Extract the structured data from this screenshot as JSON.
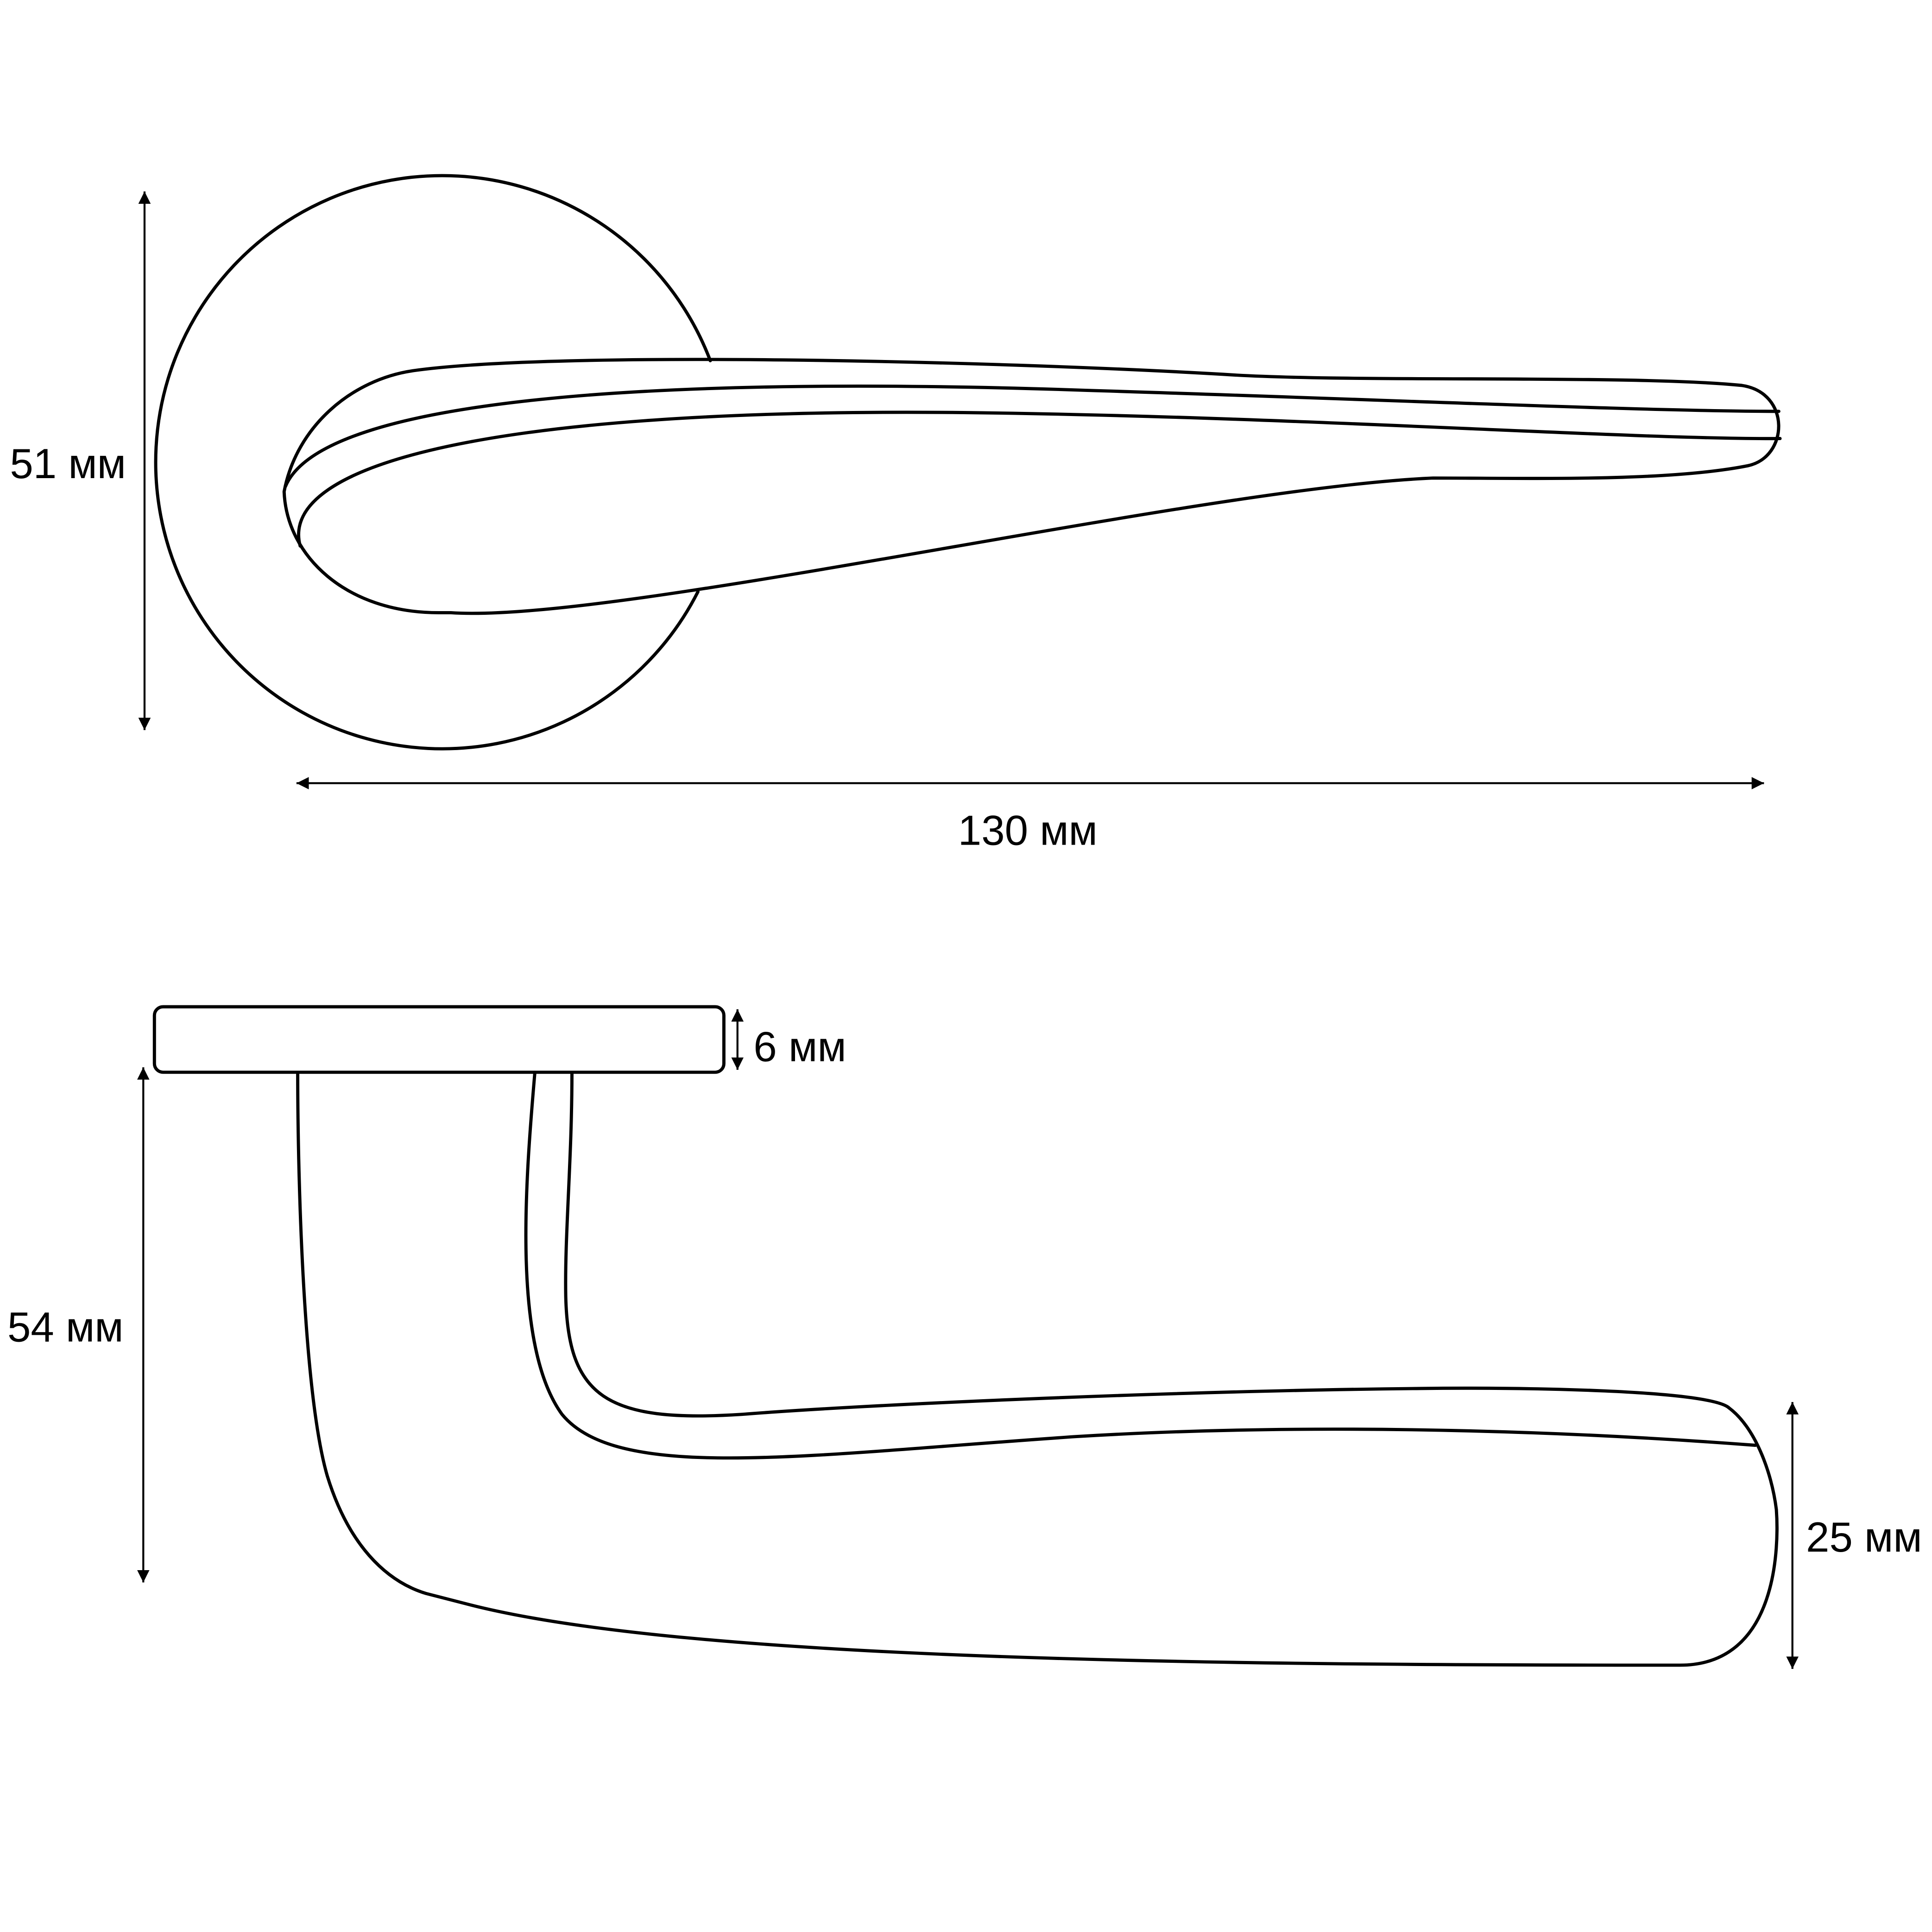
{
  "dimensions": {
    "rose_height": "51 мм",
    "handle_length": "130 мм",
    "rose_thickness": "6 мм",
    "handle_projection": "54 мм",
    "grip_height": "25 мм"
  },
  "colors": {
    "line": "#000000",
    "background": "#ffffff"
  }
}
